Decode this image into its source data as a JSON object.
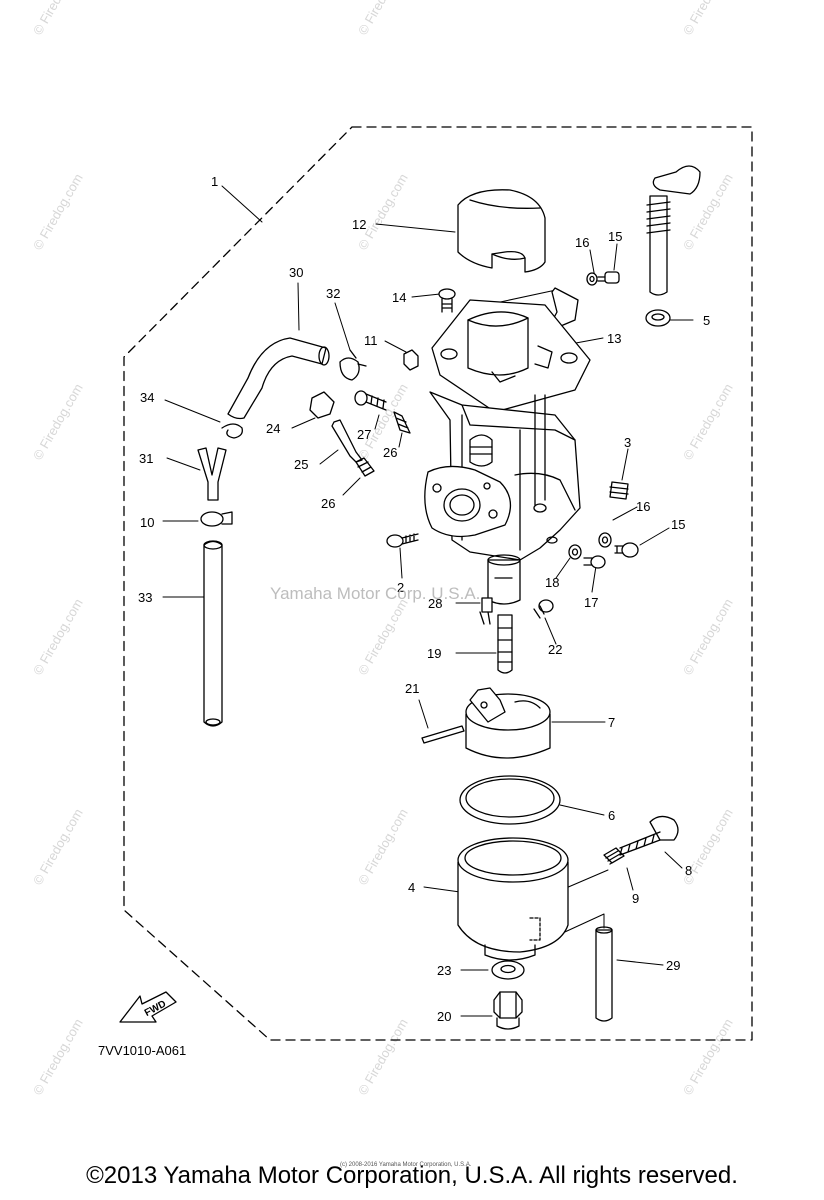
{
  "watermark": "© Firedog.com",
  "center_watermark": "Yamaha Motor Corp. U.S.A.",
  "diagram_code": "7VV1010-A061",
  "fwd_label": "FWD",
  "fine_print": "(c) 2008-2016 Yamaha Motor Corporation, U.S.A.",
  "copyright": "©2013 Yamaha Motor Corporation, U.S.A. All rights reserved.",
  "callouts": [
    {
      "key": "c1",
      "text": "1"
    },
    {
      "key": "c2",
      "text": "2"
    },
    {
      "key": "c3",
      "text": "3"
    },
    {
      "key": "c4",
      "text": "4"
    },
    {
      "key": "c5",
      "text": "5"
    },
    {
      "key": "c6",
      "text": "6"
    },
    {
      "key": "c7",
      "text": "7"
    },
    {
      "key": "c8",
      "text": "8"
    },
    {
      "key": "c9",
      "text": "9"
    },
    {
      "key": "c10",
      "text": "10"
    },
    {
      "key": "c11",
      "text": "11"
    },
    {
      "key": "c12",
      "text": "12"
    },
    {
      "key": "c13",
      "text": "13"
    },
    {
      "key": "c14",
      "text": "14"
    },
    {
      "key": "c15a",
      "text": "15"
    },
    {
      "key": "c15b",
      "text": "15"
    },
    {
      "key": "c16a",
      "text": "16"
    },
    {
      "key": "c16b",
      "text": "16"
    },
    {
      "key": "c17",
      "text": "17"
    },
    {
      "key": "c18",
      "text": "18"
    },
    {
      "key": "c19",
      "text": "19"
    },
    {
      "key": "c20",
      "text": "20"
    },
    {
      "key": "c21",
      "text": "21"
    },
    {
      "key": "c22",
      "text": "22"
    },
    {
      "key": "c23",
      "text": "23"
    },
    {
      "key": "c24",
      "text": "24"
    },
    {
      "key": "c25",
      "text": "25"
    },
    {
      "key": "c26a",
      "text": "26"
    },
    {
      "key": "c26b",
      "text": "26"
    },
    {
      "key": "c27",
      "text": "27"
    },
    {
      "key": "c28",
      "text": "28"
    },
    {
      "key": "c29",
      "text": "29"
    },
    {
      "key": "c30",
      "text": "30"
    },
    {
      "key": "c31",
      "text": "31"
    },
    {
      "key": "c32",
      "text": "32"
    },
    {
      "key": "c33",
      "text": "33"
    },
    {
      "key": "c34",
      "text": "34"
    }
  ]
}
